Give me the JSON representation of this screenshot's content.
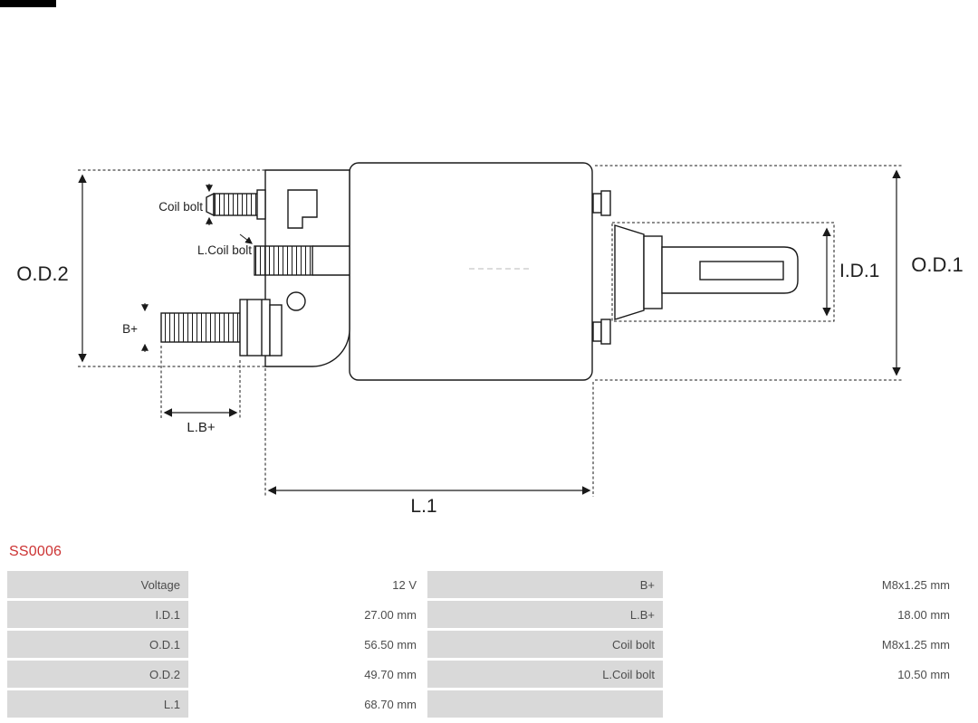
{
  "product": {
    "code": "SS0006"
  },
  "colors": {
    "product_code_red": "#cc3333",
    "table_label_bg": "#d9d9d9",
    "drawing_line": "#1a1a1a"
  },
  "diagram": {
    "labels": {
      "od2": "O.D.2",
      "od1": "O.D.1",
      "id1": "I.D.1",
      "l1": "L.1",
      "lb_plus": "L.B+",
      "b_plus": "B+",
      "coil_bolt": "Coil bolt",
      "l_coil_bolt": "L.Coil bolt"
    }
  },
  "specs": {
    "rows": [
      [
        "Voltage",
        "12 V",
        "B+",
        "M8x1.25 mm"
      ],
      [
        "I.D.1",
        "27.00 mm",
        "L.B+",
        "18.00 mm"
      ],
      [
        "O.D.1",
        "56.50 mm",
        "Coil bolt",
        "M8x1.25 mm"
      ],
      [
        "O.D.2",
        "49.70 mm",
        "L.Coil bolt",
        "10.50 mm"
      ],
      [
        "L.1",
        "68.70 mm",
        "",
        ""
      ]
    ]
  }
}
